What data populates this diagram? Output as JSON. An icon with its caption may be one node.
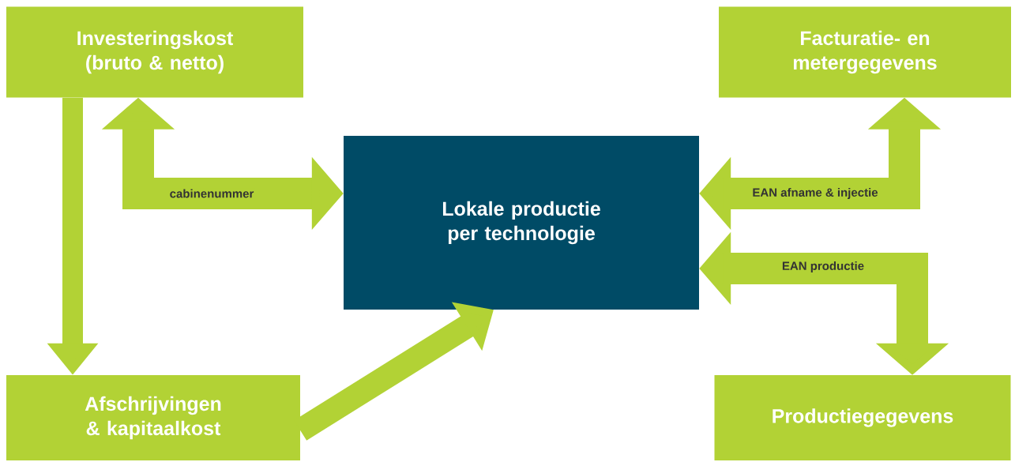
{
  "diagram": {
    "nodes": [
      {
        "text": [
          "Investeringskost (bruto & netto)"
        ]
      },
      {
        "text": [
          "Facturatie- en metergegevens"
        ]
      },
      {
        "text": [
          "Lokale productie per technologie"
        ]
      },
      {
        "text": [
          "Afschrijvingen & kapitaalkost"
        ]
      },
      {
        "text": [
          "Productiegegevens"
        ]
      }
    ],
    "edges": [
      {
        "from": 0,
        "to": 3,
        "arrow": "to"
      },
      {
        "from": 0,
        "to": 2,
        "arrow": "both",
        "label": "cabinenummer"
      },
      {
        "from": 3,
        "to": 2,
        "arrow": "to"
      },
      {
        "from": 1,
        "to": 2,
        "arrow": "both",
        "label": "EAN afname & injectie"
      },
      {
        "from": 2,
        "to": 4,
        "arrow": "both",
        "label": "EAN productie"
      }
    ]
  }
}
